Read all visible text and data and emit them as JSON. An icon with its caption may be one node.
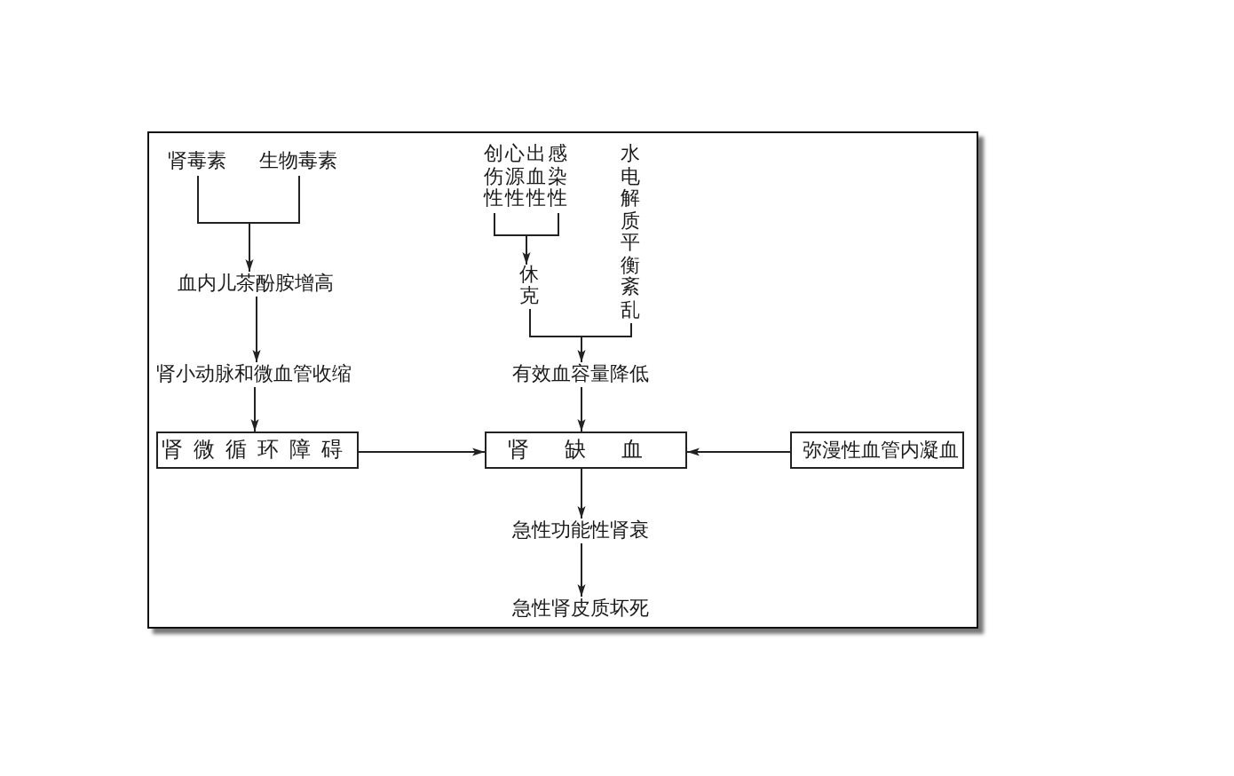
{
  "diagram": {
    "nodes": [
      {
        "text": [
          "肾毒素"
        ]
      },
      {
        "text": [
          "生物毒素"
        ]
      },
      {
        "text": [
          "创伤性",
          "心源性",
          "出血性",
          "感染性"
        ]
      },
      {
        "text": [
          "水电解质平衡紊乱"
        ]
      },
      {
        "text": [
          "休克"
        ]
      },
      {
        "text": [
          "血内儿茶酚胺增高"
        ]
      },
      {
        "text": [
          "有效血容量降低"
        ]
      },
      {
        "text": [
          "肾小动脉和微血管收缩"
        ]
      },
      {
        "text": [
          "肾微循环障碍"
        ]
      },
      {
        "text": [
          "肾缺血"
        ]
      },
      {
        "text": [
          "弥漫性血管内凝血"
        ]
      },
      {
        "text": [
          "急性功能性肾衰"
        ]
      },
      {
        "text": [
          "急性肾皮质坏死"
        ]
      }
    ],
    "edges": [
      {
        "from": 0,
        "to": 5,
        "arrow": "to"
      },
      {
        "from": 1,
        "to": 5,
        "arrow": "to"
      },
      {
        "from": 2,
        "to": 4,
        "arrow": "to"
      },
      {
        "from": 4,
        "to": 6,
        "arrow": "to"
      },
      {
        "from": 3,
        "to": 6,
        "arrow": "to"
      },
      {
        "from": 5,
        "to": 7,
        "arrow": "to"
      },
      {
        "from": 7,
        "to": 8,
        "arrow": "to"
      },
      {
        "from": 6,
        "to": 9,
        "arrow": "to"
      },
      {
        "from": 8,
        "to": 9,
        "arrow": "to"
      },
      {
        "from": 10,
        "to": 9,
        "arrow": "to"
      },
      {
        "from": 9,
        "to": 11,
        "arrow": "to"
      },
      {
        "from": 11,
        "to": 12,
        "arrow": "to"
      }
    ]
  }
}
